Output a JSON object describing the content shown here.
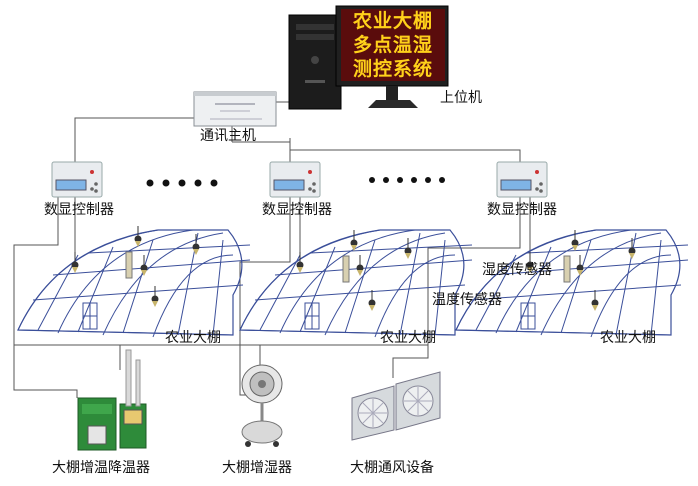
{
  "screen": {
    "lines": [
      "农业大棚",
      "多点温湿",
      "测控系统"
    ]
  },
  "labels": {
    "upper_computer": "上位机",
    "comm_host": "通讯主机",
    "controller_1": "数显控制器",
    "controller_2": "数显控制器",
    "controller_3": "数显控制器",
    "humidity_sensor": "湿度传感器",
    "temperature_sensor": "温度传感器",
    "greenhouse_1": "农业大棚",
    "greenhouse_2": "农业大棚",
    "greenhouse_3": "农业大棚",
    "heater": "大棚增温降温器",
    "humidifier": "大棚增湿器",
    "ventilation": "大棚通风设备"
  },
  "colors": {
    "screen_bg": "#5a0c0c",
    "screen_text": "#ffd11a",
    "greenhouse_frame": "#3b4f9a",
    "wire": "#555555",
    "heater_green": "#2e8b3a",
    "lcd": "#7fb4e6"
  },
  "icons": {
    "monitor": "monitor-icon",
    "tower": "pc-tower-icon",
    "host": "comm-host-icon",
    "controller": "controller-icon",
    "sensor": "sensor-icon",
    "heater": "heater-icon",
    "humidifier": "humidifier-icon",
    "fan": "exhaust-fan-icon"
  }
}
